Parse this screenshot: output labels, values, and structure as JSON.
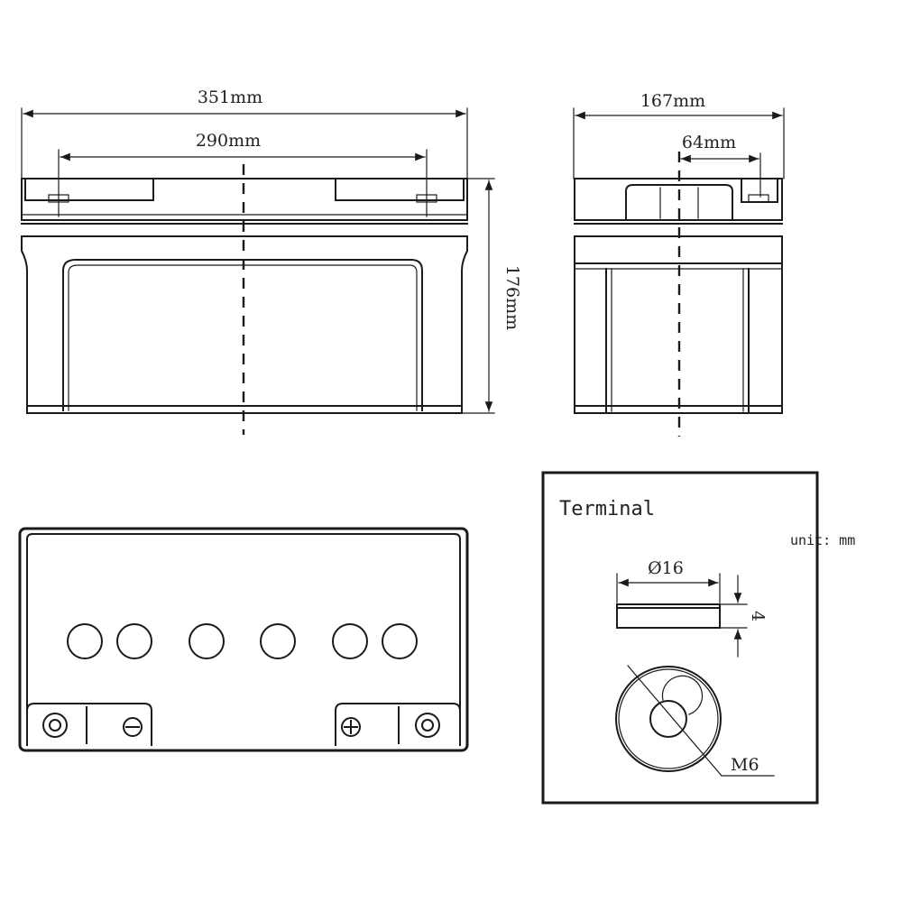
{
  "dimensions": {
    "length": "351mm",
    "terminal_spacing": "290mm",
    "width": "167mm",
    "terminal_offset": "64mm",
    "height": "176mm"
  },
  "terminal": {
    "title": "Terminal",
    "diameter": "Ø16",
    "thickness": "4",
    "thread": "M6"
  },
  "unit_note": "unit: mm"
}
